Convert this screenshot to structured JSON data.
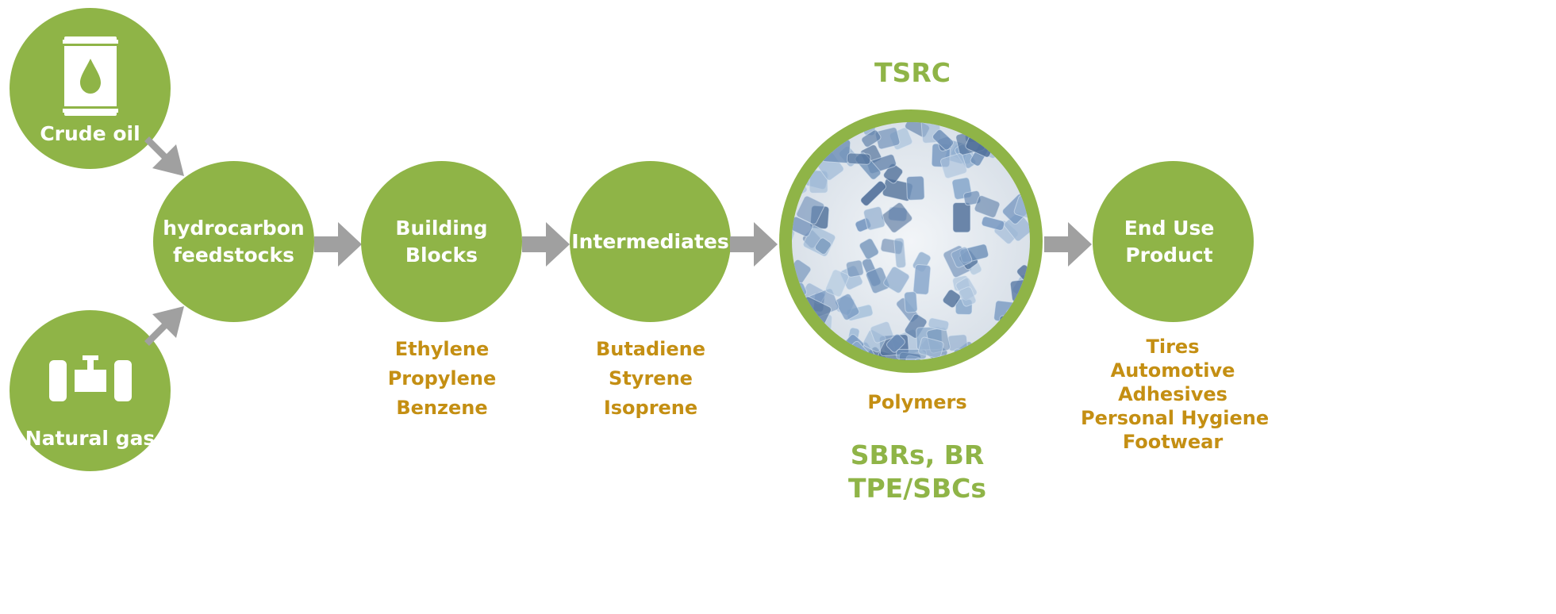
{
  "colors": {
    "green": "#8fb447",
    "gold": "#c48f13",
    "arrow": "#a0a0a0",
    "pellet": "#7d9ec4"
  },
  "sources": {
    "crude_oil": {
      "label": "Crude oil",
      "icon": "oil-barrel-icon"
    },
    "natural_gas": {
      "label": "Natural gas",
      "icon": "gas-pipe-icon"
    }
  },
  "stages": {
    "hydrocarbon": "hydrocarbon\nfeedstocks",
    "building_blocks": "Building\nBlocks",
    "intermediates": "Intermediates",
    "end_use": "End Use\nProduct"
  },
  "building_blocks_list": [
    "Ethylene",
    "Propylene",
    "Benzene"
  ],
  "intermediates_list": [
    "Butadiene",
    "Styrene",
    "Isoprene"
  ],
  "tsrc": {
    "title": "TSRC",
    "image": "polymer-pellets",
    "label": "Polymers",
    "types": [
      "SBRs, BR",
      "TPE/SBCs"
    ]
  },
  "end_use_list": [
    "Tires",
    "Automotive",
    "Adhesives",
    "Personal Hygiene",
    "Footwear"
  ]
}
